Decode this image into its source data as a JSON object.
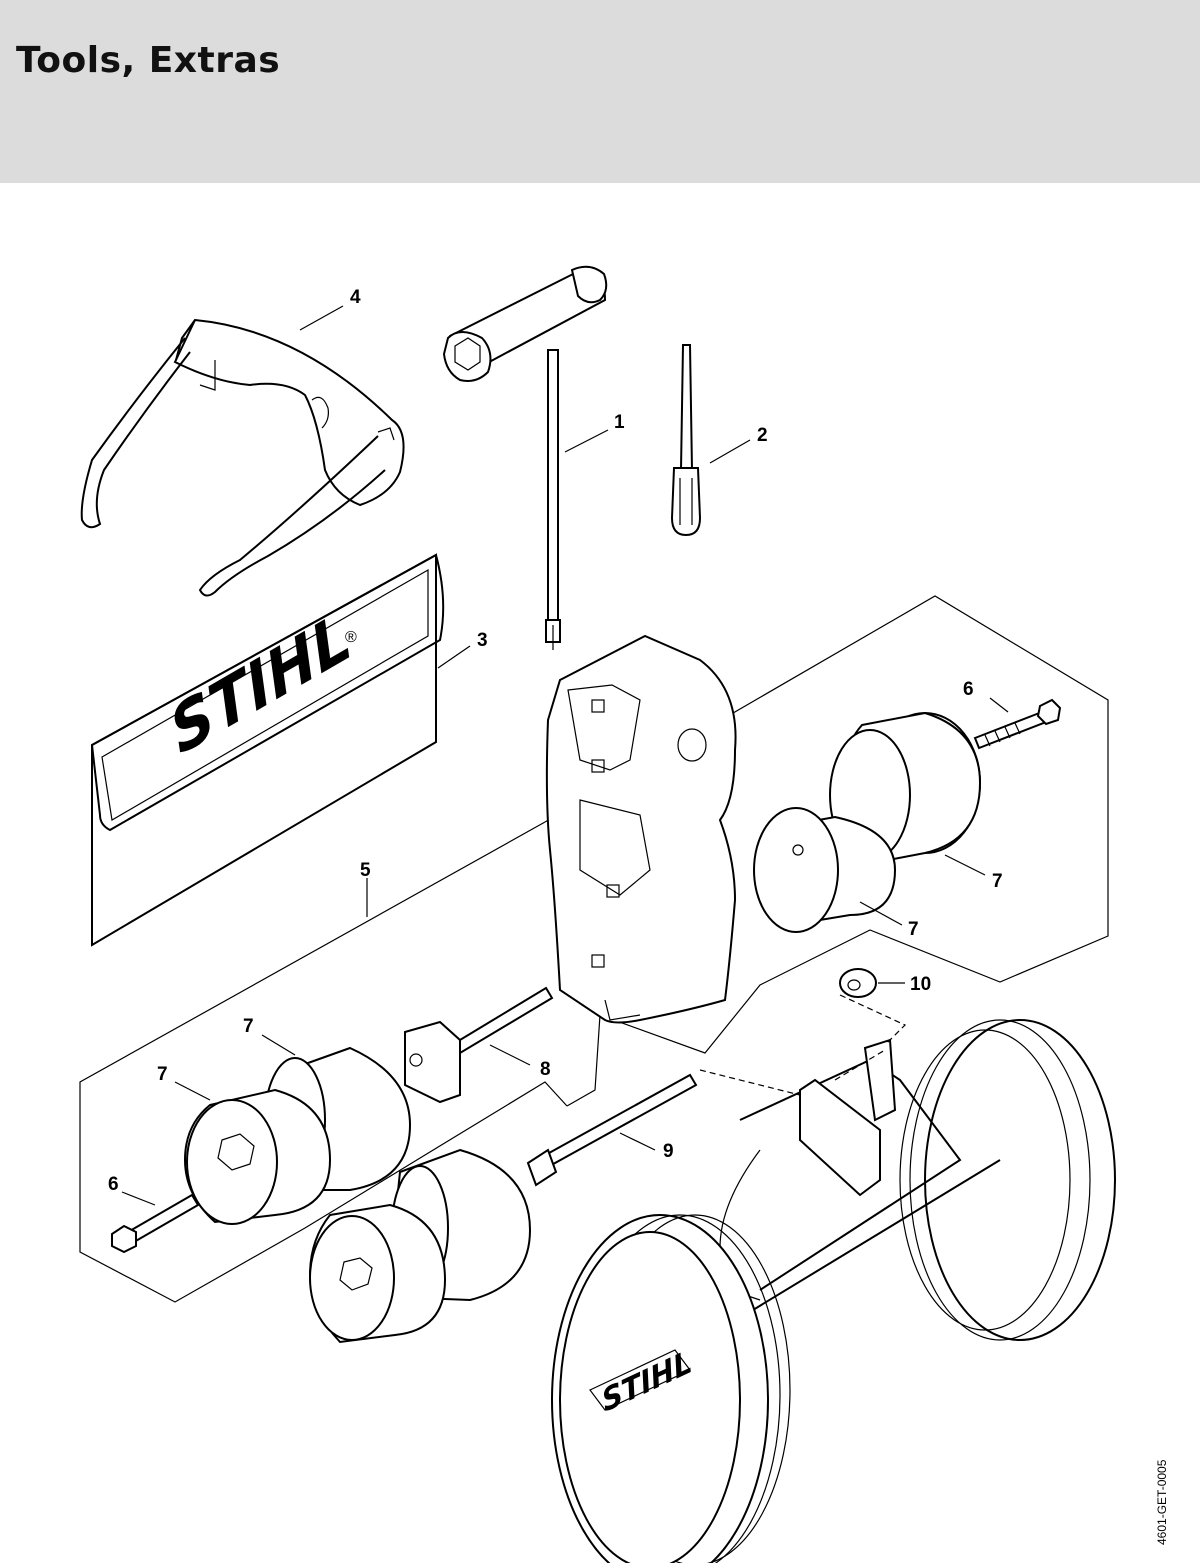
{
  "header": {
    "title": "Tools, Extras",
    "background": "#dcdcdc"
  },
  "document_code": "4601-GET-0005",
  "brand": {
    "logo_text": "STIHL",
    "registered_mark": "®"
  },
  "callouts": {
    "c1": "1",
    "c2": "2",
    "c3": "3",
    "c4": "4",
    "c5": "5",
    "c6a": "6",
    "c6b": "6",
    "c7a": "7",
    "c7b": "7",
    "c7c": "7",
    "c7d": "7",
    "c8": "8",
    "c9": "9",
    "c10": "10"
  }
}
